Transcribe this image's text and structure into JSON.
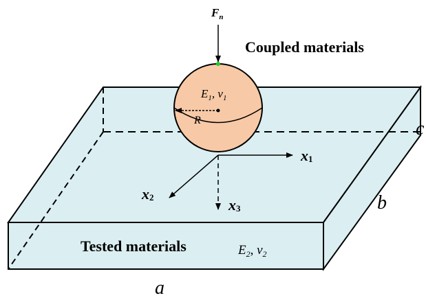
{
  "force": {
    "symbol": "F",
    "subscript": "n"
  },
  "coupled": {
    "title": "Coupled materials",
    "E": "E",
    "E_sub": "1",
    "nu": "ν",
    "nu_sub": "1",
    "sep": ", ",
    "radius": "R"
  },
  "tested": {
    "title": "Tested materials",
    "E": "E",
    "E_sub": "2",
    "nu": "ν",
    "nu_sub": "2",
    "sep": ", "
  },
  "dimensions": {
    "a": "a",
    "b": "b",
    "c": "c"
  },
  "axes": {
    "x1": {
      "symbol": "x",
      "sub": "1"
    },
    "x2": {
      "symbol": "x",
      "sub": "2"
    },
    "x3": {
      "symbol": "x",
      "sub": "3"
    }
  },
  "colors": {
    "plate_fill": "#dbeef2",
    "sphere_fill": "#f7c9a6",
    "stroke": "#000000",
    "contact_point": "#21c92a"
  }
}
